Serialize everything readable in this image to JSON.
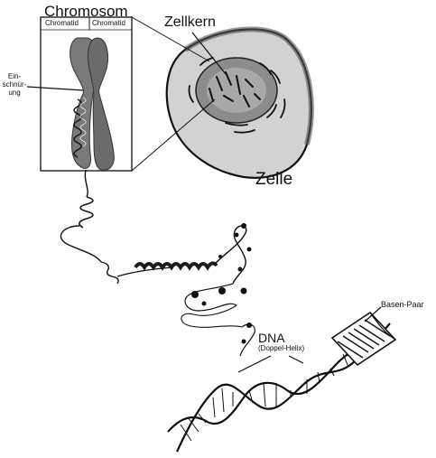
{
  "labels": {
    "chromosom": "Chromosom",
    "chromatid_left": "Chromatid",
    "chromatid_right": "Chromatid",
    "einschnuerung": "Ein-schnür-ung",
    "zellkern": "Zellkern",
    "zelle": "Zelle",
    "dna": "DNA",
    "dna_sub": "(Doppel-Helix)",
    "basen_paar": "Basen-Paar"
  }
}
